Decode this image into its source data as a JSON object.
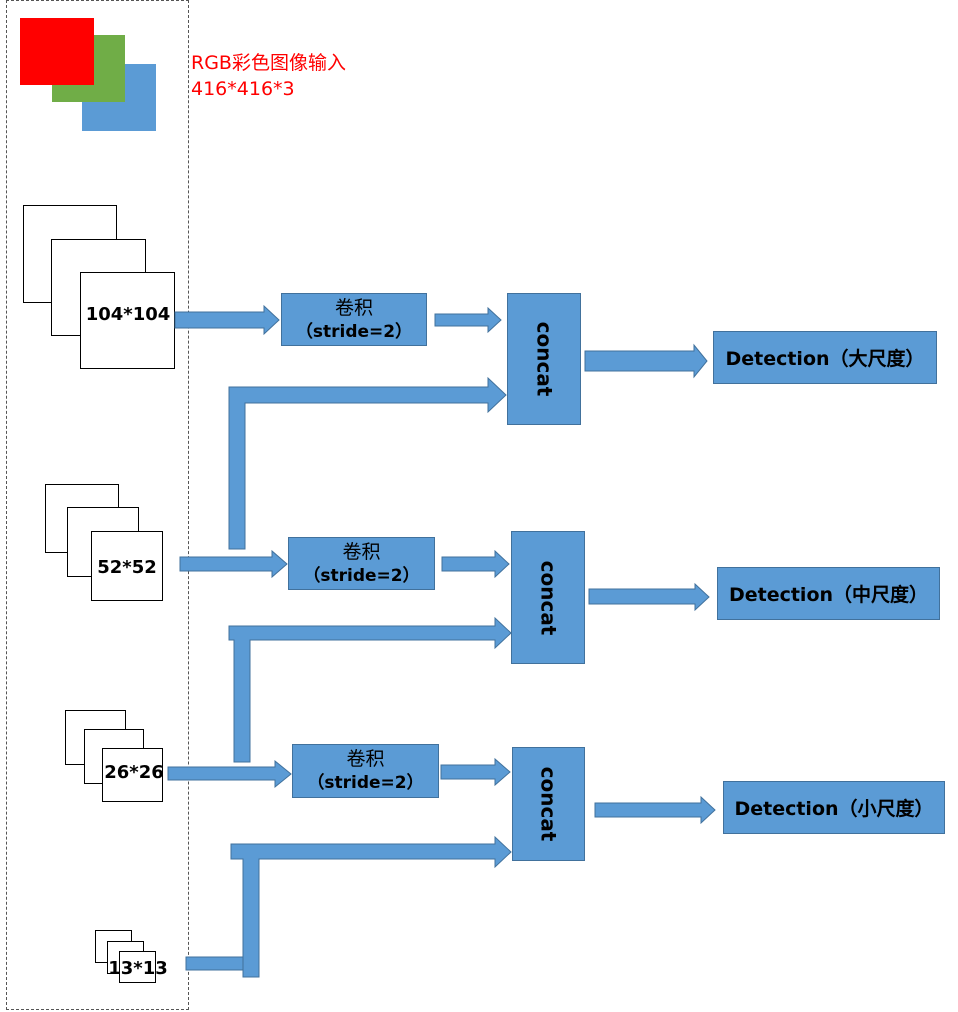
{
  "input": {
    "title": "RGB彩色图像输入",
    "size": "416*416*3",
    "colors": {
      "red": "#ff0000",
      "green": "#70ad47",
      "blue": "#5b9bd5"
    }
  },
  "feature_maps": [
    {
      "label": "104*104"
    },
    {
      "label": "52*52"
    },
    {
      "label": "26*26"
    },
    {
      "label": "13*13"
    }
  ],
  "conv_blocks": [
    {
      "line1": "卷积",
      "line2": "（stride=2）"
    },
    {
      "line1": "卷积",
      "line2": "（stride=2）"
    },
    {
      "line1": "卷积",
      "line2": "（stride=2）"
    }
  ],
  "concat_label": "concat",
  "detections": [
    {
      "label": "Detection（大尺度）"
    },
    {
      "label": "Detection（中尺度）"
    },
    {
      "label": "Detection（小尺度）"
    }
  ],
  "colors": {
    "block_fill": "#5b9bd5",
    "block_border": "#41719c"
  }
}
